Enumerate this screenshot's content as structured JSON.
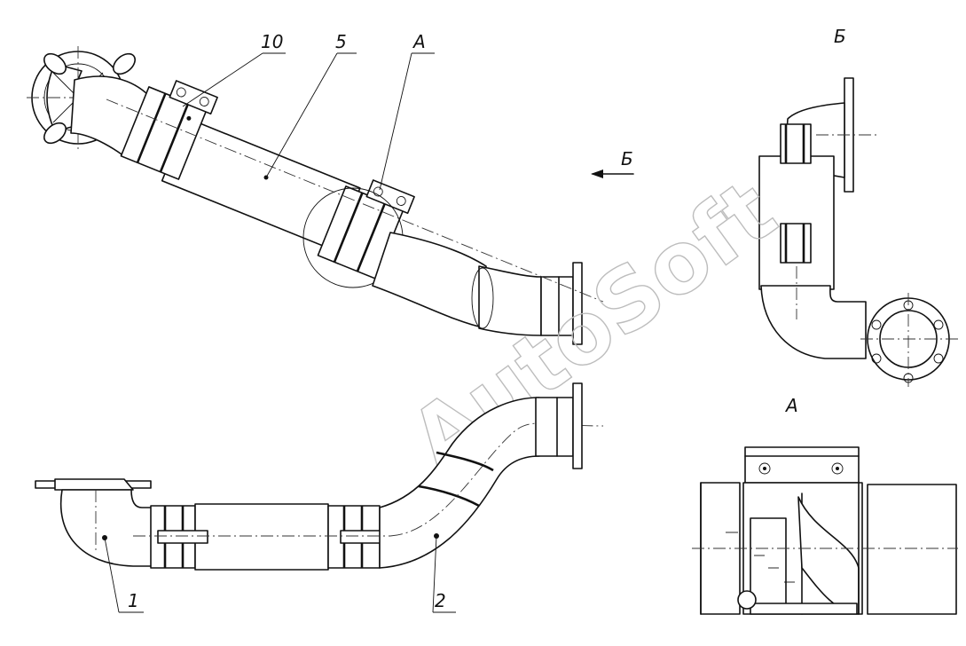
{
  "labels": {
    "item_10": "10",
    "item_5": "5",
    "view_a_callout": "А",
    "view_b_arrow": "Б",
    "item_1": "1",
    "item_2": "2",
    "view_b_title": "Б",
    "view_a_title": "А"
  },
  "watermark": "AutoSoft",
  "colors": {
    "line": "#111111",
    "watermark": "#bdbdbd",
    "background": "#ffffff"
  }
}
